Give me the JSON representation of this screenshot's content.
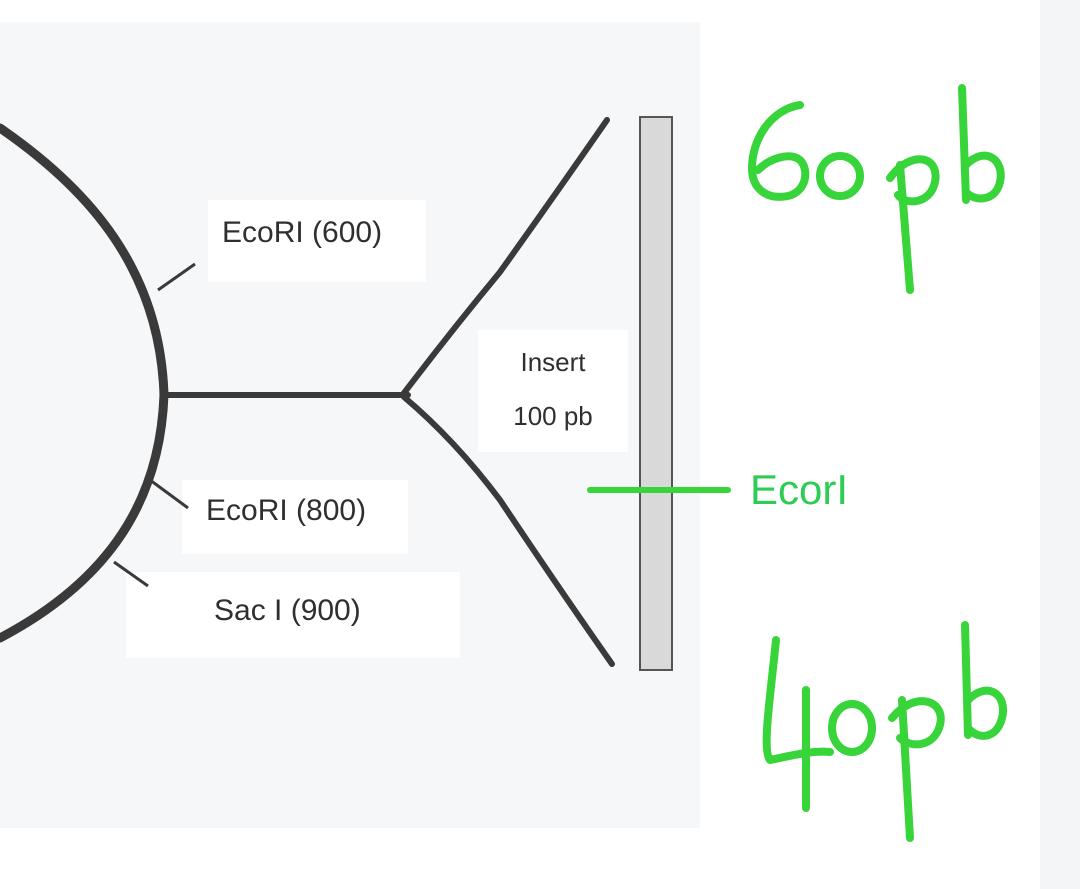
{
  "diagram": {
    "sites": [
      {
        "id": "ecori-600",
        "label": "EcoRI (600)"
      },
      {
        "id": "ecori-800",
        "label": "EcoRI (800)"
      },
      {
        "id": "saci-900",
        "label": "Sac I (900)"
      }
    ],
    "insert": {
      "line1": "Insert",
      "line2": "100 pb"
    }
  },
  "annotations": {
    "top_fragment": "60pb",
    "bottom_fragment": "40pb",
    "cut_label": "EcorI",
    "ink_color": "#37d43a",
    "cut_label_color": "#2ecc55"
  },
  "colors": {
    "plasmid_line": "#3a3a3a",
    "insert_fill": "#d9d9d9",
    "scan_background": "#f6f7f9"
  }
}
